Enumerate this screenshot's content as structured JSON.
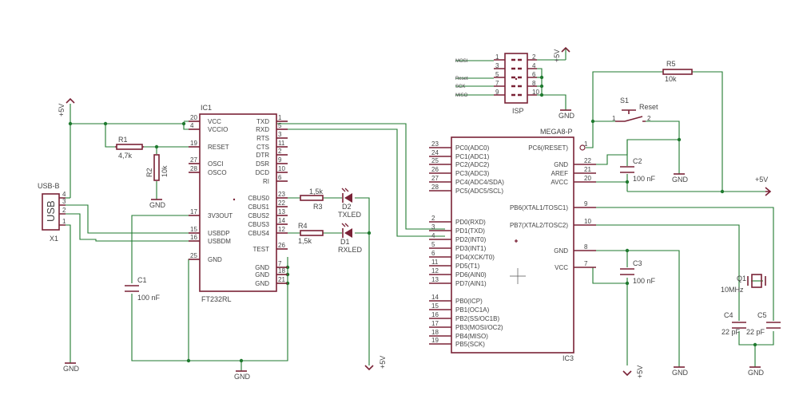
{
  "ic1": {
    "ref": "IC1",
    "value": "FT232RL",
    "left": [
      "VCC",
      "VCCIO",
      "RESET",
      "OSCI",
      "OSCO",
      "3V3OUT",
      "USBDP",
      "USBDM",
      "GND"
    ],
    "left_nums": [
      "20",
      "4",
      "19",
      "27",
      "28",
      "17",
      "15",
      "16",
      "25"
    ],
    "right": [
      "TXD",
      "RXD",
      "RTS",
      "CTS",
      "DTR",
      "DSR",
      "DCD",
      "RI",
      "CBUS0",
      "CBUS1",
      "CBUS2",
      "CBUS3",
      "CBUS4",
      "TEST",
      "GND",
      "GND",
      "GND"
    ],
    "right_nums": [
      "1",
      "5",
      "3",
      "11",
      "2",
      "9",
      "10",
      "6",
      "23",
      "22",
      "13",
      "14",
      "12",
      "26",
      "7",
      "18",
      "21"
    ]
  },
  "ic3": {
    "ref": "IC3",
    "value": "MEGA8-P",
    "left": [
      "PC0(ADC0)",
      "PC1(ADC1)",
      "PC2(ADC2)",
      "PC3(ADC3)",
      "PC4(ADC4/SDA)",
      "PC5(ADC5/SCL)",
      "PD0(RXD)",
      "PD1(TXD)",
      "PD2(INT0)",
      "PD3(INT1)",
      "PD4(XCK/T0)",
      "PD5(T1)",
      "PD6(AIN0)",
      "PD7(AIN1)",
      "PB0(ICP)",
      "PB1(OC1A)",
      "PB2(SS/OC1B)",
      "PB3(MOSI/OC2)",
      "PB4(MISO)",
      "PB5(SCK)"
    ],
    "left_nums": [
      "23",
      "24",
      "25",
      "26",
      "27",
      "28",
      "2",
      "3",
      "4",
      "5",
      "6",
      "11",
      "12",
      "13",
      "14",
      "15",
      "16",
      "17",
      "18",
      "19"
    ],
    "right": [
      "PC6(/RESET)",
      "GND",
      "AREF",
      "AVCC",
      "PB6(XTAL1/TOSC1)",
      "PB7(XTAL2/TOSC2)",
      "GND",
      "VCC"
    ],
    "right_nums": [
      "1",
      "22",
      "21",
      "20",
      "9",
      "10",
      "8",
      "7"
    ]
  },
  "isp": {
    "ref": "ISP",
    "pins_left": [
      "1",
      "3",
      "5",
      "7",
      "9"
    ],
    "pins_right": [
      "2",
      "4",
      "6",
      "8",
      "10"
    ],
    "signals": [
      "MOSI",
      "Reset",
      "SCK",
      "MISO"
    ]
  },
  "usb": {
    "name": "USB-B",
    "ref": "X1",
    "body_text": "USB",
    "pins": [
      "4",
      "3",
      "2",
      "1"
    ]
  },
  "components": {
    "r1": {
      "ref": "R1",
      "value": "4,7k"
    },
    "r2": {
      "ref": "R2",
      "value": "10k"
    },
    "r3": {
      "ref": "R3",
      "value": "1,5k"
    },
    "r4": {
      "ref": "R4",
      "value": "1,5k"
    },
    "r5": {
      "ref": "R5",
      "value": "10k"
    },
    "d1": {
      "ref": "D1",
      "value": "RXLED"
    },
    "d2": {
      "ref": "D2",
      "value": "TXLED"
    },
    "c1": {
      "ref": "C1",
      "value": "100 nF"
    },
    "c2": {
      "ref": "C2",
      "value": "100 nF"
    },
    "c3": {
      "ref": "C3",
      "value": "100 nF"
    },
    "c4": {
      "ref": "C4",
      "value": "22 pF"
    },
    "c5": {
      "ref": "C5",
      "value": "22 pF"
    },
    "q1": {
      "ref": "Q1",
      "value": "10MHz"
    },
    "s1": {
      "ref": "S1",
      "value": "Reset",
      "pin1": "1",
      "pin2": "2"
    }
  },
  "supply": {
    "vcc": "+5V",
    "gnd": "GND"
  }
}
